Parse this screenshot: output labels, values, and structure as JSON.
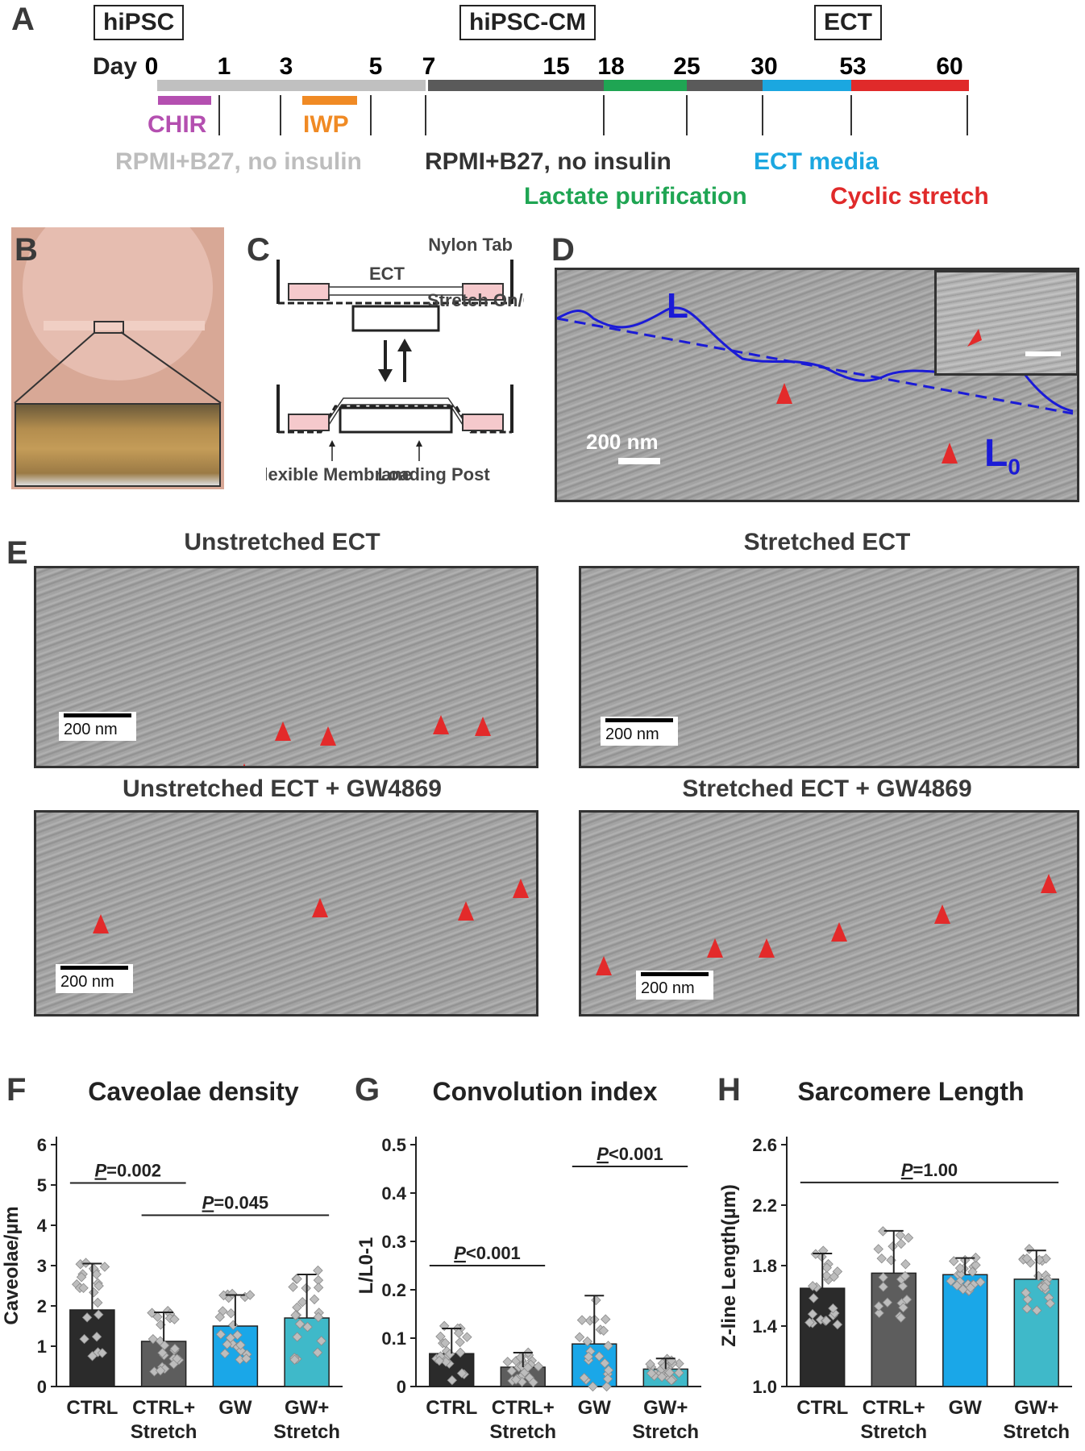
{
  "panels": {
    "a": "A",
    "b": "B",
    "c": "C",
    "d": "D",
    "e": "E",
    "f": "F",
    "g": "G",
    "h": "H"
  },
  "timeline": {
    "stage_labels": [
      "hiPSC",
      "hiPSC-CM",
      "ECT"
    ],
    "day_label": "Day",
    "day_ticks": [
      "0",
      "1",
      "3",
      "5",
      "7",
      "15",
      "18",
      "25",
      "30",
      "53",
      "60"
    ],
    "chir": "CHIR",
    "iwp": "IWP",
    "media1": "RPMI+B27, no insulin",
    "media2": "RPMI+B27, no insulin",
    "lactate": "Lactate purification",
    "ect_media": "ECT media",
    "cyclic": "Cyclic stretch",
    "colors": {
      "light_gray": "#c0c0c0",
      "dark_gray": "#5a5a5a",
      "green": "#1fa553",
      "blue": "#1ba7e0",
      "red": "#e02a2a",
      "magenta": "#b44fb0",
      "orange": "#f08a24"
    }
  },
  "panel_c": {
    "nylon_tab": "Nylon Tab",
    "ect": "ECT",
    "stretch": "Stretch On/Off",
    "flexible": "Flexible Membrane",
    "loading": "Loading Post"
  },
  "panel_d": {
    "L": "L",
    "L0": "L",
    "L0_sub": "0",
    "scale": "200 nm"
  },
  "panel_e": {
    "titles": [
      "Unstretched ECT",
      "Stretched ECT",
      "Unstretched ECT + GW4869",
      "Stretched ECT + GW4869"
    ],
    "scale": "200 nm"
  },
  "chart_data": [
    {
      "type": "bar",
      "title": "Caveolae density",
      "ylabel": "Caveolae/µm",
      "categories": [
        "CTRL",
        "CTRL+ Stretch",
        "GW",
        "GW+ Stretch"
      ],
      "values": [
        1.9,
        1.12,
        1.5,
        1.7
      ],
      "errors": [
        1.15,
        0.72,
        0.77,
        1.08
      ],
      "ylim": [
        0,
        6
      ],
      "yticks": [
        "0",
        "1",
        "2",
        "3",
        "4",
        "5",
        "6"
      ],
      "colors": [
        "#2b2b2b",
        "#5d5d5d",
        "#1aa7e8",
        "#3fb9c9"
      ],
      "annotations": [
        {
          "text": "P=0.002",
          "from": 0,
          "to": 1,
          "value": 5.05
        },
        {
          "text": "P=0.045",
          "from": 1,
          "to": 3,
          "value": 4.25
        }
      ]
    },
    {
      "type": "bar",
      "title": "Convolution index",
      "ylabel": "L/L0-1",
      "categories": [
        "CTRL",
        "CTRL+ Stretch",
        "GW",
        "GW+ Stretch"
      ],
      "values": [
        0.068,
        0.04,
        0.088,
        0.036
      ],
      "errors": [
        0.052,
        0.03,
        0.1,
        0.022
      ],
      "ylim": [
        0,
        0.5
      ],
      "yticks": [
        "0",
        "0.1",
        "0.2",
        "0.3",
        "0.4",
        "0.5"
      ],
      "colors": [
        "#2b2b2b",
        "#5d5d5d",
        "#1aa7e8",
        "#3fb9c9"
      ],
      "annotations": [
        {
          "text": "P<0.001",
          "from": 0,
          "to": 1,
          "value": 0.25
        },
        {
          "text": "P<0.001",
          "from": 2,
          "to": 3,
          "value": 0.455
        }
      ]
    },
    {
      "type": "bar",
      "title": "Sarcomere Length",
      "ylabel": "Z-line Length(µm)",
      "categories": [
        "CTRL",
        "CTRL+ Stretch",
        "GW",
        "GW+ Stretch"
      ],
      "values": [
        1.65,
        1.75,
        1.74,
        1.71
      ],
      "errors": [
        0.23,
        0.28,
        0.11,
        0.19
      ],
      "ylim": [
        1.0,
        2.6
      ],
      "yticks": [
        "1.0",
        "1.4",
        "1.8",
        "2.2",
        "2.6"
      ],
      "colors": [
        "#2b2b2b",
        "#5d5d5d",
        "#1aa7e8",
        "#3fb9c9"
      ],
      "annotations": [
        {
          "text": "P=1.00",
          "from": 0,
          "to": 3,
          "value": 2.35
        }
      ]
    }
  ]
}
